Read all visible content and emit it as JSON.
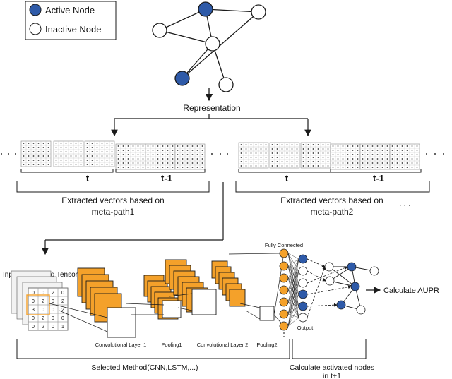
{
  "legend": {
    "active_label": "Active Node",
    "inactive_label": "Inactive Node"
  },
  "representation_label": "Representation",
  "groups": [
    {
      "time_labels": [
        "t",
        "t-1"
      ],
      "caption_line1": "Extracted vectors based on",
      "caption_line2": "meta-path1"
    },
    {
      "time_labels": [
        "t",
        "t-1"
      ],
      "caption_line1": "Extracted vectors  based on",
      "caption_line2": "meta-path2"
    }
  ],
  "cnn": {
    "input_label": "Input (Embeding Tensor)",
    "tensor_rows": [
      [
        "0",
        "0",
        "2",
        "0"
      ],
      [
        "0",
        "2",
        "0",
        "2"
      ],
      [
        "3",
        "0",
        "0",
        "2"
      ],
      [
        "0",
        "2",
        "0",
        "0"
      ],
      [
        "0",
        "2",
        "0",
        "1"
      ]
    ],
    "conv1_label": "Convolutional Layer 1",
    "pool1_label": "Pooling1",
    "conv2_label": "Convolutional Layer 2",
    "pool2_label": "Pooling2",
    "fc_label": "Fully Connected",
    "output_label": "Output",
    "aupr_label": "Calculate AUPR"
  },
  "bottom": {
    "method_label": "Selected Method(CNN,LSTM,...)",
    "activated_line1": "Calculate activated nodes",
    "activated_line2": "in t+1"
  },
  "colors": {
    "active_node": "#2e5aa8",
    "feature_map": "#f4a12a",
    "fc_node": "#f4a12a",
    "stroke": "#1a1a1a"
  }
}
